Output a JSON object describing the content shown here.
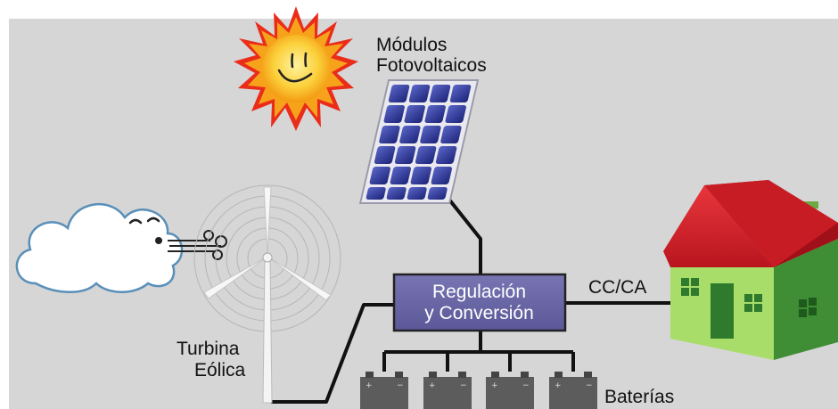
{
  "labels": {
    "solar_line1": "Módulos",
    "solar_line2": "Fotovoltaicos",
    "turbine_line1": "Turbina",
    "turbine_line2": "Eólica",
    "regulation_line1": "Regulación",
    "regulation_line2": "y Conversión",
    "ccca": "CC/CA",
    "batteries": "Baterías"
  },
  "battery_terminals": {
    "plus": "+",
    "minus": "−"
  },
  "battery_count": 4,
  "icons": [
    "sun-icon",
    "solar-panel-icon",
    "wind-cloud-icon",
    "wind-turbine-icon",
    "battery-icon",
    "house-icon"
  ],
  "colors": {
    "background_panel": "#d6d6d6",
    "regulation_box": "#6a67a6",
    "house_roof": "#d6232e",
    "house_wall": "#a8dd6a",
    "sun": "#f7b21a",
    "wire": "#111111"
  }
}
